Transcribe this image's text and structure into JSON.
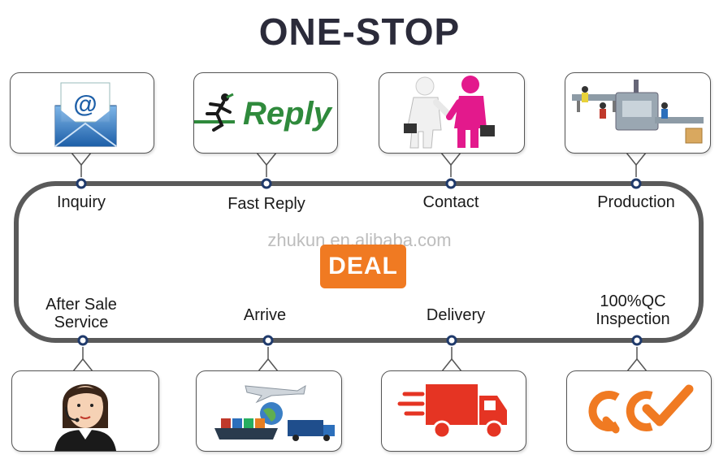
{
  "title": "ONE-STOP",
  "watermark": "zhukun en.alibaba.com",
  "center_badge": "DEAL",
  "top_steps": [
    {
      "label": "Inquiry",
      "icon": "email-envelope-icon"
    },
    {
      "label": "Fast Reply",
      "icon": "reply-runner-icon",
      "icon_text": "Reply"
    },
    {
      "label": "Contact",
      "icon": "handshake-icon"
    },
    {
      "label": "Production",
      "icon": "factory-line-icon"
    }
  ],
  "bottom_steps": [
    {
      "label_line1": "After Sale",
      "label_line2": "Service",
      "icon": "customer-service-agent-icon"
    },
    {
      "label_line1": "Arrive",
      "label_line2": "",
      "icon": "ship-plane-truck-icon"
    },
    {
      "label_line1": "Delivery",
      "label_line2": "",
      "icon": "delivery-truck-icon"
    },
    {
      "label_line1": "100%QC",
      "label_line2": "Inspection",
      "icon": "qc-check-icon"
    }
  ],
  "colors": {
    "frame": "#5a5a5a",
    "node": "#1f3a6b",
    "deal": "#f07a22",
    "reply_green": "#2f8a3c",
    "truck_red": "#e53423",
    "qc_orange": "#f07a22"
  }
}
